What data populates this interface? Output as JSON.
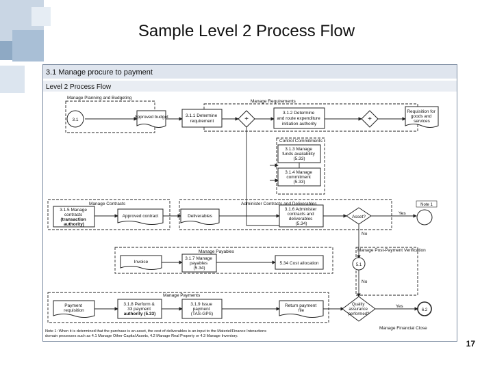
{
  "slide_title": "Sample Level 2 Process Flow",
  "slide_number": "17",
  "diagram": {
    "header": "3.1 Manage procure to payment",
    "subheader": "Level 2 Process Flow",
    "lanes": {
      "planning": "Manage Planning and Budgeting",
      "requirements": "Manage Requirements",
      "commitments": "Control Commitments",
      "contracts": "Manage Contracts",
      "administer": "Administer Contracts and Deliverables",
      "payables": "Manage Payables",
      "post_payment": "Manage Post-Payment Verification",
      "payments": "Manage Payments",
      "financial": "Manage Financial Close"
    },
    "nodes": {
      "start": "3.1",
      "approved_budget": "Approved budget",
      "determine_req": [
        "3.1.1 Determine",
        "requirement"
      ],
      "determine_auth": [
        "3.1.2 Determine",
        "and route expenditure",
        "initiation authority"
      ],
      "requisition": [
        "Requisition for",
        "goods and",
        "services"
      ],
      "manage_funds": [
        "3.1.3 Manage",
        "funds availability",
        "(5.33)"
      ],
      "manage_commit": [
        "3.1.4 Manage",
        "commitment",
        "(5.33)"
      ],
      "manage_contracts": [
        "3.1.5 Manage",
        "contracts",
        "(transaction",
        "authority)"
      ],
      "approved_contract": "Approved contract",
      "deliverables": "Deliverables",
      "administer_contracts": [
        "3.1.6 Administer",
        "contracts and",
        "deliverables",
        "(5.34)"
      ],
      "asset_decision": "Asset?",
      "note_label": "Note 1",
      "yes_1": "Yes",
      "no_1": "No",
      "invoice": "Invoice",
      "manage_payables": [
        "3.1.7 Manage",
        "payables",
        "(5.34)"
      ],
      "cost_allocation": "5.34 Cost allocation",
      "pp_node": "5.1",
      "no_2": "No",
      "payment_req": [
        "Payment",
        "requisition"
      ],
      "perform_auth": [
        "3.1.8 Perform &",
        "33 payment",
        "authority (5.33)"
      ],
      "issue_payment": [
        "3.1.9 Issue",
        "payment",
        "(TAS-GPS)"
      ],
      "return_file": [
        "Return payment",
        "file"
      ],
      "quality_check": [
        "Quality",
        "assurance",
        "performed?"
      ],
      "yes_2": "Yes",
      "end_node": "6.2"
    },
    "note": [
      "Note 1: When it is determined that the purchase is an asset, the cost of deliverables is an input to the Materiel/Finance Interactions",
      "domain processes such as 4.1 Manage Other Capital Assets, 4.2 Manage Real Property or 4.3 Manage Inventory."
    ]
  }
}
